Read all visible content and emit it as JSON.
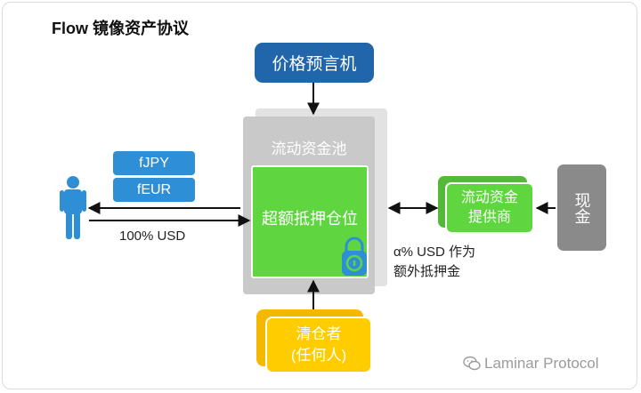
{
  "title": "Flow 镜像资产协议",
  "oracle": {
    "label": "价格预言机"
  },
  "pool": {
    "label": "流动资金池"
  },
  "collateral_position": {
    "label": "超额抵押仓位"
  },
  "tokens": [
    {
      "label": "fJPY"
    },
    {
      "label": "fEUR"
    }
  ],
  "user_flow_label": "100% USD",
  "liquidity_provider": {
    "line1": "流动资金",
    "line2": "提供商"
  },
  "provider_flow_label": {
    "line1": "α% USD 作为",
    "line2": "额外抵押金"
  },
  "cash": {
    "label": "现金"
  },
  "liquidator": {
    "line1": "清仓者",
    "line2": "(任何人)"
  },
  "watermark": {
    "text": "Laminar Protocol"
  },
  "colors": {
    "oracle": "#2166aa",
    "token": "#2e8fd6",
    "user": "#2e8fd6",
    "collateral": "#5fd63f",
    "pool": "#c9c9c9",
    "liquidator": "#ffcc00",
    "cash": "#8a8a8a",
    "lock": "#2e8fd6"
  },
  "icons": {
    "user": "person-icon",
    "lock": "lock-icon",
    "watermark": "wechat-icon"
  }
}
